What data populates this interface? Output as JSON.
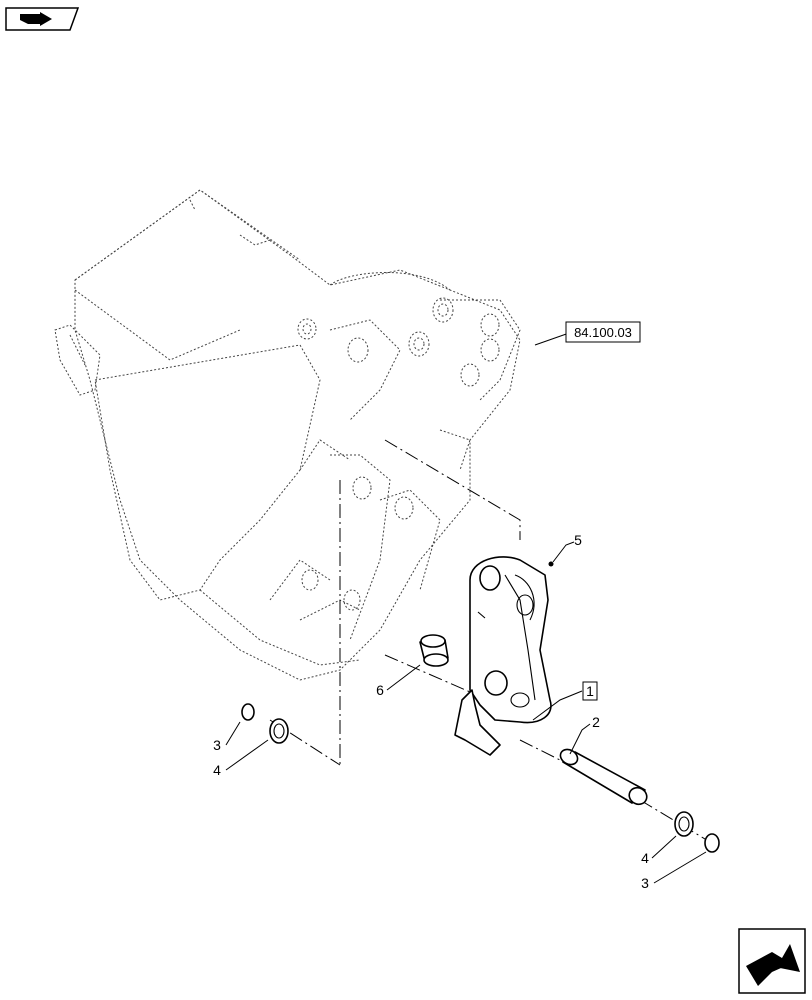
{
  "navigation": {
    "top_left_icon": "previous-page-icon",
    "bottom_right_icon": "next-page-icon"
  },
  "callouts": {
    "ref_box": "84.100.03",
    "item_1": "1",
    "item_2": "2",
    "item_3a": "3",
    "item_3b": "3",
    "item_4a": "4",
    "item_4b": "4",
    "item_5": "5",
    "item_6": "6"
  }
}
